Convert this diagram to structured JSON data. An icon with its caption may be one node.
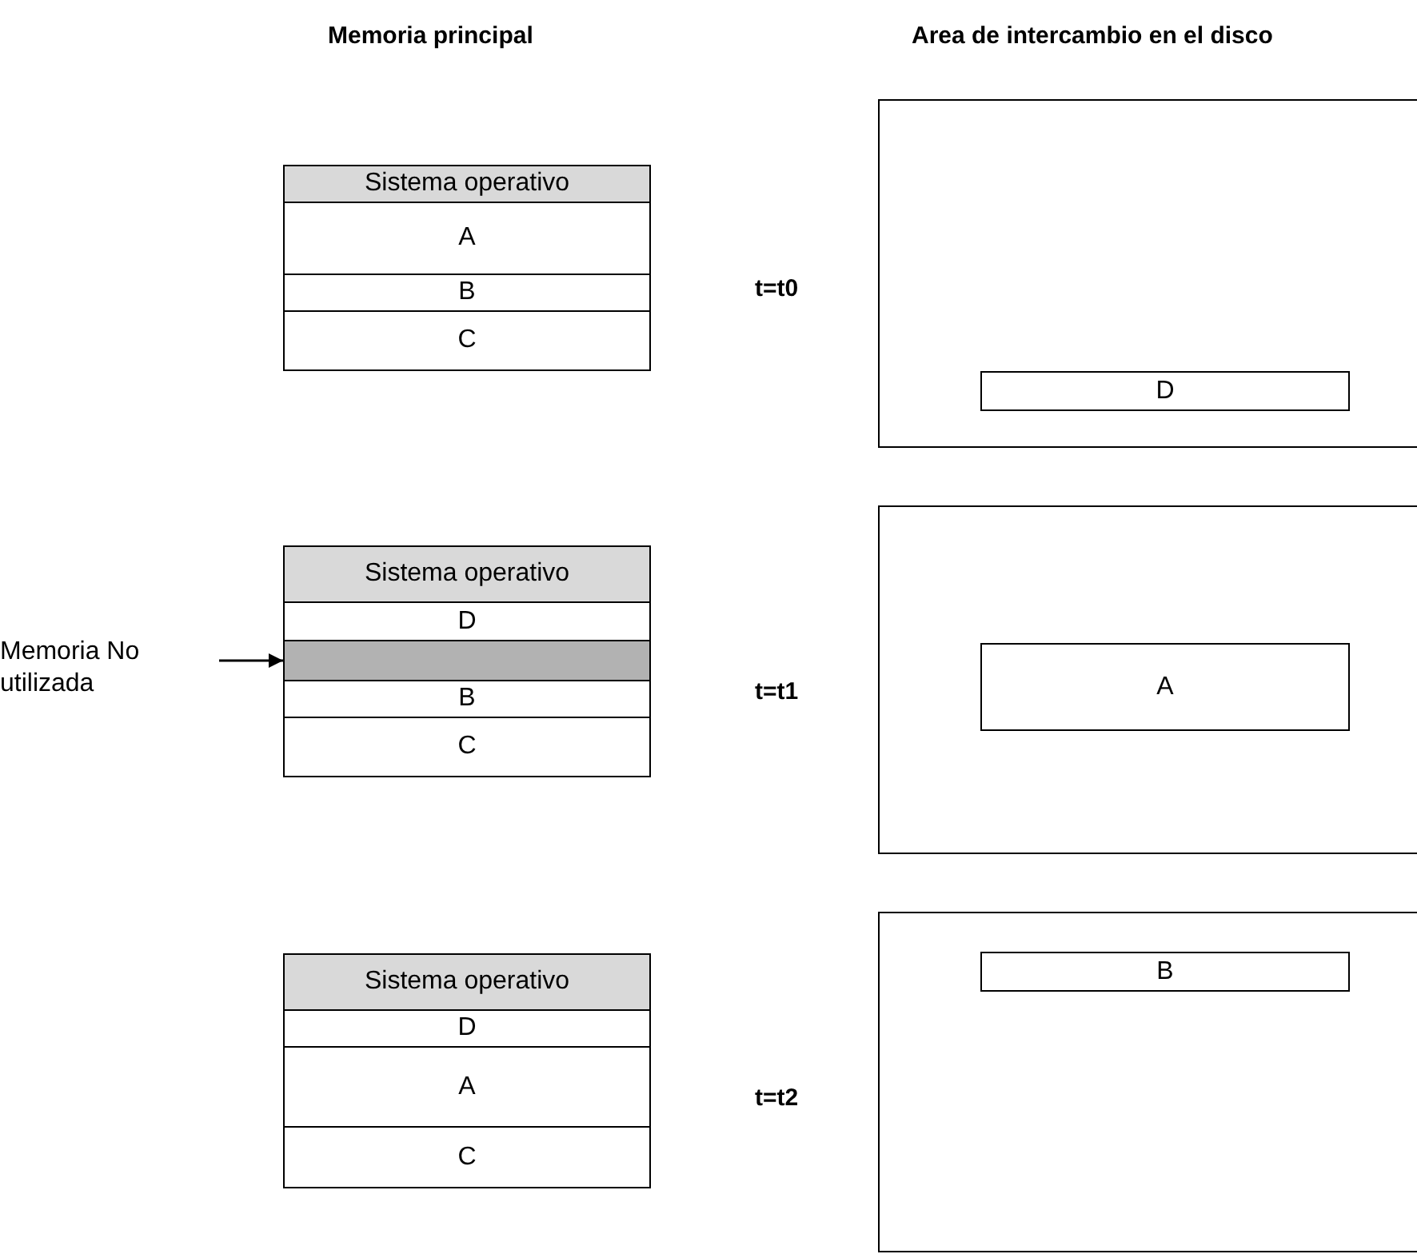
{
  "diagram": {
    "nodes": [
      {
        "text": [
          "Sistema operativo"
        ]
      },
      {
        "text": [
          "A"
        ]
      },
      {
        "text": [
          "B"
        ]
      },
      {
        "text": [
          "C"
        ]
      },
      {
        "text": [],
        "shape": "box"
      },
      {
        "text": [
          "D"
        ],
        "in": 4
      },
      {
        "text": [
          "Memoria No utilizada"
        ]
      },
      {
        "text": [
          "Sistema operativo"
        ]
      },
      {
        "text": [
          "D"
        ]
      },
      {
        "text": [],
        "shape": "bar"
      },
      {
        "text": [
          "B"
        ]
      },
      {
        "text": [
          "C"
        ]
      },
      {
        "text": [],
        "shape": "box"
      },
      {
        "text": [
          "A"
        ],
        "in": 12
      },
      {
        "text": [
          "Sistema operativo"
        ]
      },
      {
        "text": [
          "D"
        ]
      },
      {
        "text": [
          "A"
        ]
      },
      {
        "text": [
          "C"
        ]
      },
      {
        "text": [],
        "shape": "box"
      },
      {
        "text": [
          "B"
        ],
        "in": 18
      }
    ],
    "edges": [
      {
        "from": 6,
        "to": 9,
        "arrow": "to"
      }
    ],
    "labels": [
      "Memoria principal",
      "Area de intercambio en el disco",
      "t=t0",
      "t=t1",
      "t=t2"
    ]
  }
}
